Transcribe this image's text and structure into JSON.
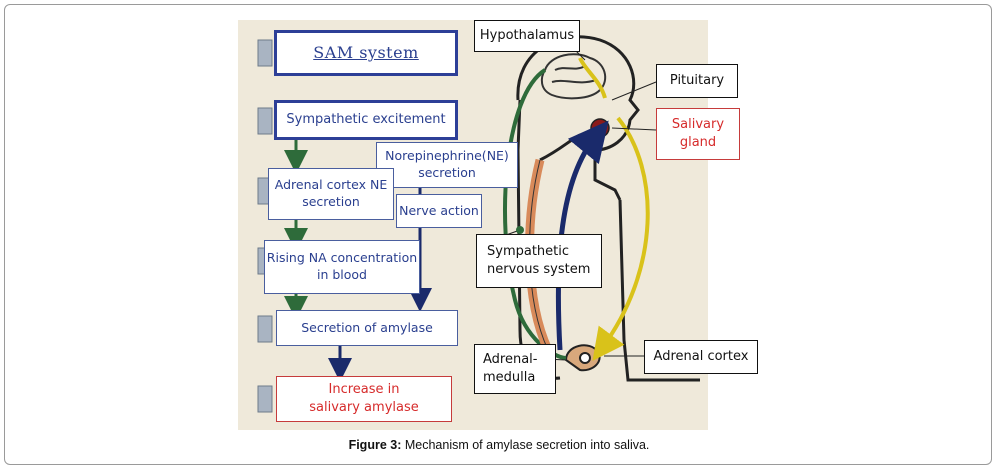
{
  "boxes": {
    "sam_system": "SAM system",
    "sympathetic_excitement": "Sympathetic excitement",
    "norepinephrine": "Norepinephrine(NE)\nsecretion",
    "adrenal_cortex_ne": "Adrenal cortex NE\nsecretion",
    "nerve_action": "Nerve action",
    "rising_na": "Rising NA  concentration\nin blood",
    "secretion_amylase": "Secretion of amylase",
    "increase_amylase": "Increase in\nsalivary amylase",
    "hypothalamus": "Hypothalamus",
    "pituitary": "Pituitary",
    "salivary_gland": "Salivary\ngland",
    "sympathetic_ns": "Sympathetic\nnervous system",
    "adrenal_medulla": "Adrenal-\nmedulla",
    "adrenal_cortex": "Adrenal cortex"
  },
  "caption": {
    "label": "Figure 3:",
    "text": " Mechanism of amylase secretion into saliva."
  },
  "colors": {
    "blue": "#2a3f8f",
    "red": "#d62b2b",
    "green_arrow": "#2e6b3a",
    "yellow_arrow": "#d9c21a",
    "orange_arrow": "#d88a5a",
    "navy_arrow": "#1a2a6b"
  }
}
